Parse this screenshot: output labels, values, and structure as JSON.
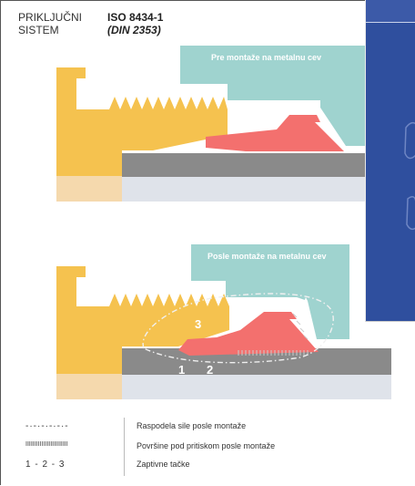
{
  "header": {
    "system_label_line1": "PRIKLJUČNI",
    "system_label_line2": "SISTEM",
    "standard": "ISO 8434-1",
    "standard_alt": "(DIN 2353)"
  },
  "diagram_top": {
    "caption": "Pre montaže na metalnu cev"
  },
  "diagram_bottom": {
    "caption": "Posle montaže na metalnu cev",
    "points": [
      "1",
      "2",
      "3"
    ]
  },
  "legend": [
    {
      "key": "-·-·-·-·-·-",
      "label": "Raspodela sile posle montaže"
    },
    {
      "key": "IIIIIIIIIIIIIIIIIIIIIIII",
      "label": "Površine pod pritiskom posle montaže"
    },
    {
      "key": "1 - 2 - 3",
      "label": "Zaptivne tačke"
    }
  ],
  "colors": {
    "body": "#f5c24f",
    "nut": "#9fd3cf",
    "ring": "#f3706e",
    "tube": "#8a8a8a",
    "tube_light": "#dfe3ea",
    "panel": "#2f4f9e"
  }
}
